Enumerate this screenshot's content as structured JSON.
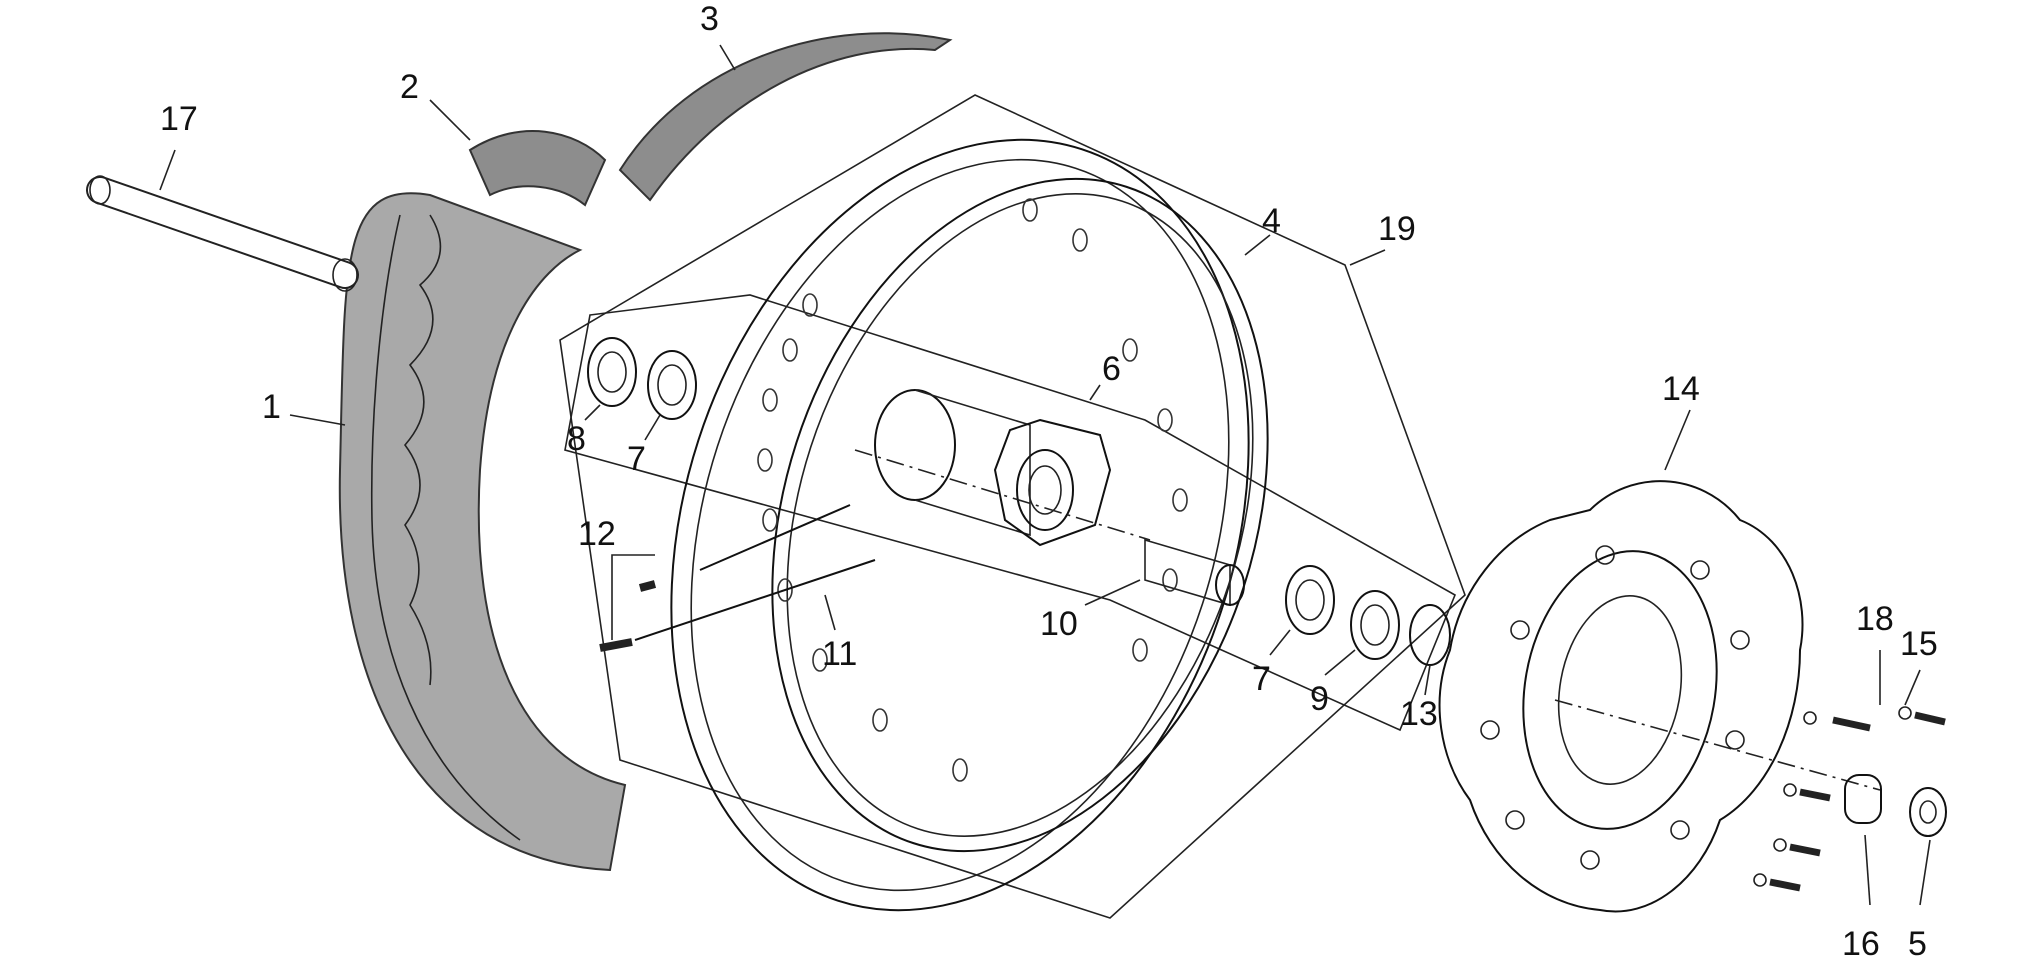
{
  "diagram": {
    "callouts": [
      {
        "id": "1",
        "text": "1"
      },
      {
        "id": "2",
        "text": "2"
      },
      {
        "id": "3",
        "text": "3"
      },
      {
        "id": "4",
        "text": "4"
      },
      {
        "id": "5",
        "text": "5"
      },
      {
        "id": "6",
        "text": "6"
      },
      {
        "id": "7a",
        "text": "7"
      },
      {
        "id": "7b",
        "text": "7"
      },
      {
        "id": "8",
        "text": "8"
      },
      {
        "id": "9",
        "text": "9"
      },
      {
        "id": "10",
        "text": "10"
      },
      {
        "id": "11",
        "text": "11"
      },
      {
        "id": "12",
        "text": "12"
      },
      {
        "id": "13",
        "text": "13"
      },
      {
        "id": "14",
        "text": "14"
      },
      {
        "id": "15",
        "text": "15"
      },
      {
        "id": "16",
        "text": "16"
      },
      {
        "id": "17",
        "text": "17"
      },
      {
        "id": "18",
        "text": "18"
      },
      {
        "id": "19",
        "text": "19"
      }
    ],
    "colors": {
      "tire": "#a9a9a9",
      "rim_tape": "#8d8d8d",
      "line": "#111111",
      "background": "#ffffff"
    }
  }
}
